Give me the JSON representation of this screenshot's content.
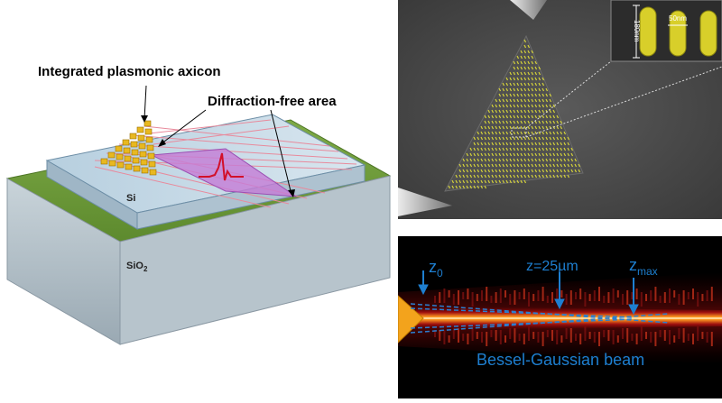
{
  "diagram": {
    "label_axicon": "Integrated plasmonic axicon",
    "label_diffraction": "Diffraction-free area",
    "label_si": "Si",
    "label_sio2_base": "SiO",
    "label_sio2_sub": "2"
  },
  "sem": {
    "inset_label_length": "180nm",
    "inset_label_width": "50nm"
  },
  "beam": {
    "label_z0_base": "z",
    "label_z0_sub": "0",
    "label_z25": "z=25µm",
    "label_zmax_base": "z",
    "label_zmax_sub": "max",
    "label_beam": "Bessel-Gaussian beam"
  },
  "colors": {
    "substrate_green": "#6f9a3a",
    "si_blue": "#b9d3e6",
    "gold": "#e8b820",
    "diffraction_purple": "#c47cd6",
    "beam_label_blue": "#1e7fd0"
  }
}
